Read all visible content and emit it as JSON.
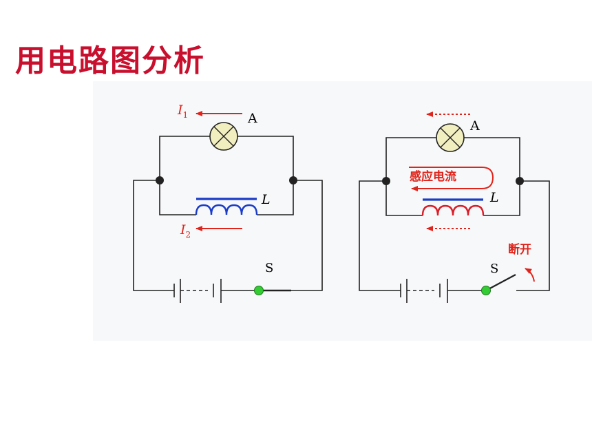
{
  "slide": {
    "title": "用电路图分析"
  },
  "colors": {
    "title": "#c8102e",
    "wire": "#222222",
    "annotation_red": "#e0241b",
    "coil_blue": "#1a3cc8",
    "coil_red": "#d81e28",
    "lamp_fill": "#f1eec0",
    "switch_green": "#33cc33",
    "panel_bg": "#f7f8fa"
  },
  "left_circuit": {
    "current_1": {
      "symbol": "I",
      "subscript": "1"
    },
    "current_2": {
      "symbol": "I",
      "subscript": "2"
    },
    "lamp_label": "A",
    "inductor_label": "L",
    "switch_label": "S",
    "switch_state": "closed"
  },
  "right_circuit": {
    "lamp_label": "A",
    "inductor_label": "L",
    "switch_label": "S",
    "induced_current_label": "感应电流",
    "switch_action_label": "断开",
    "switch_state": "open"
  }
}
